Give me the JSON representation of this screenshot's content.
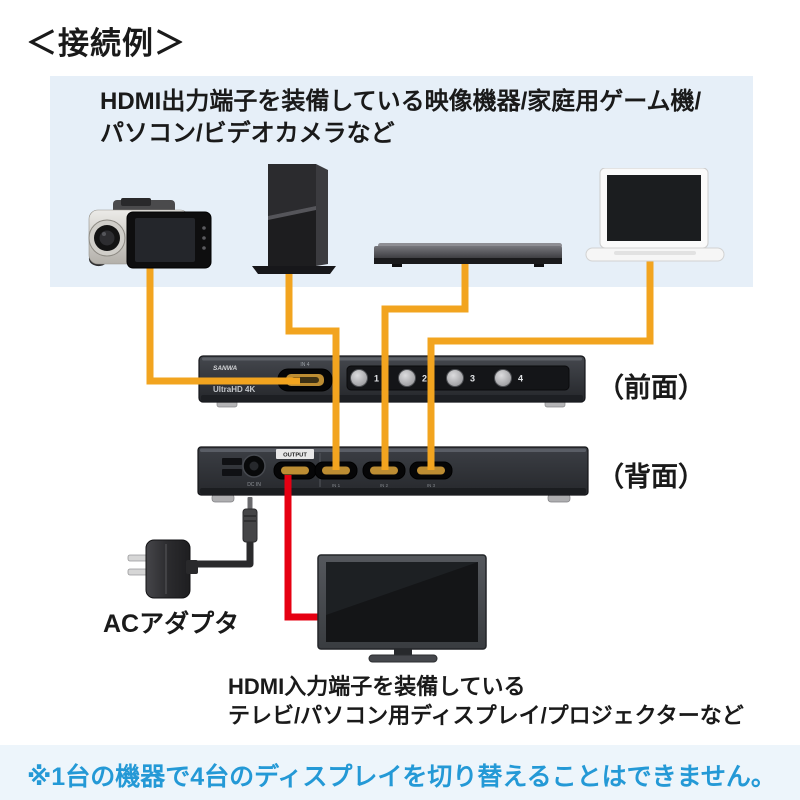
{
  "title": "＜接続例＞",
  "source_group": {
    "description_line1": "HDMI出力端子を装備している映像機器/家庭用ゲーム機/",
    "description_line2": "パソコン/ビデオカメラなど"
  },
  "switcher": {
    "front_view_label": "（前面）",
    "rear_view_label": "（背面）",
    "front": {
      "brand": "SANWA",
      "model": "UltraHD 4K",
      "port_label": "IN 4",
      "buttons": [
        "1",
        "2",
        "3",
        "4"
      ]
    },
    "rear": {
      "dc_label": "DC IN",
      "output_label": "OUTPUT",
      "input_labels": [
        "IN 1",
        "IN 2",
        "IN 3"
      ]
    }
  },
  "ac_adapter": {
    "label": "ACアダプタ"
  },
  "sink_group": {
    "description_line1": "HDMI入力端子を装備している",
    "description_line2": "テレビ/パソコン用ディスプレイ/プロジェクターなど"
  },
  "note": "※1台の機器で4台のディスプレイを切り替えることはできません。",
  "colors": {
    "source_box_bg": "#E6EFF8",
    "hdmi_cable_orange": "#F2A41F",
    "hdmi_cable_red": "#E60012",
    "note_text_blue": "#2499D6"
  }
}
